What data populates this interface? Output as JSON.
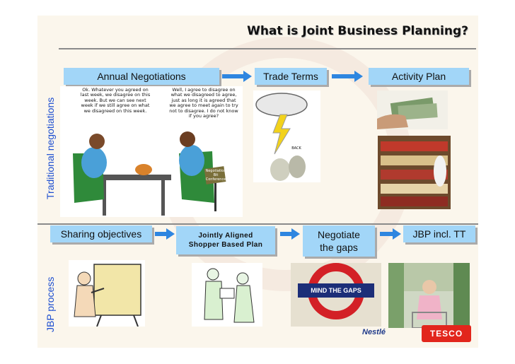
{
  "title": "What is Joint Business Planning?",
  "side_labels": {
    "top": "Traditional negotiations",
    "bottom": "JBP process"
  },
  "top_row": [
    {
      "label": "Annual Negotiations"
    },
    {
      "label": "Trade Terms"
    },
    {
      "label": "Activity Plan"
    }
  ],
  "bottom_row": [
    {
      "label": "Sharing objectives"
    },
    {
      "label": "Jointly Aligned Shopper Based Plan"
    },
    {
      "label": "Negotiate the gaps"
    },
    {
      "label": "JBP incl. TT"
    }
  ],
  "cartoon": {
    "bubble_left": "Ok. Whatever you agreed on last week, we disagree on this week. But we can see next week if we still agree on what we disagreed on this week.",
    "bubble_right": "Well, I agree to disagree on what we disagreed to agree, just as long it is agreed that we agree to meet again to try not to disagree. I do not know if you agree?",
    "sign": "Negotiation Bit Conference",
    "back_sign": "BACK"
  },
  "underground_sign": "MIND THE GAPS",
  "logos": {
    "nestle": "Nestlé",
    "tesco": "TESCO"
  },
  "colors": {
    "box_fill": "#a2d6f8",
    "arrow": "#2e86e0",
    "side_label": "#1e4fd0",
    "tesco_red": "#e2261c"
  }
}
